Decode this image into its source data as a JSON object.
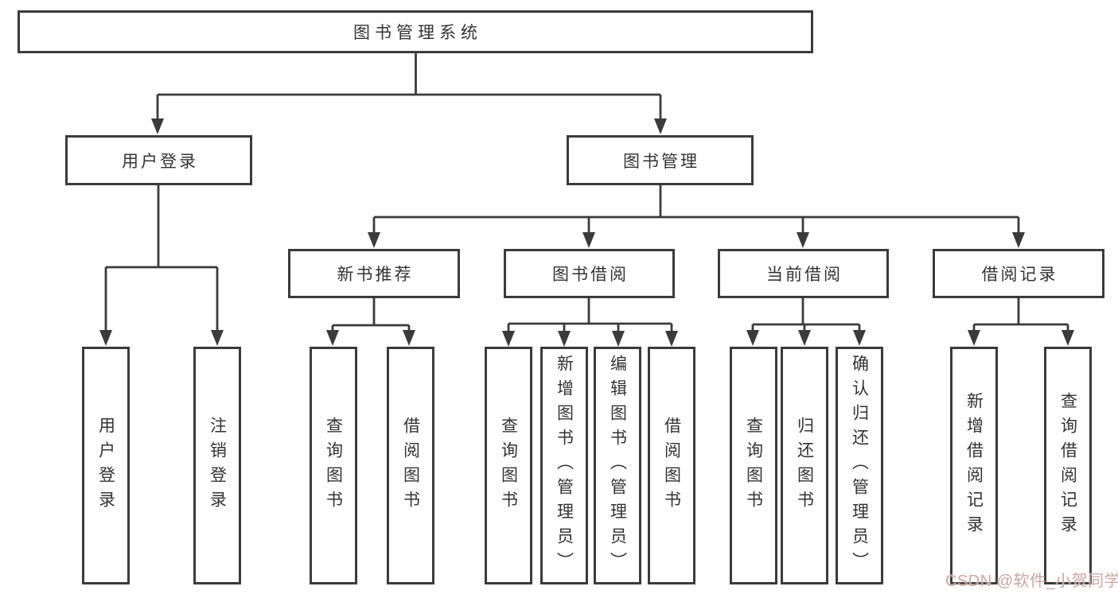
{
  "nodes": {
    "root": "图书管理系统",
    "user_login_branch": "用户登录",
    "book_management": "图书管理",
    "new_book_recommend": "新书推荐",
    "book_borrow": "图书借阅",
    "current_borrow": "当前借阅",
    "borrow_record": "借阅记录",
    "leaf_user_login": "用户登录",
    "leaf_logout": "注销登录",
    "leaf_rec_query_book": "查询图书",
    "leaf_rec_borrow_book": "借阅图书",
    "leaf_bb_query_book": "查询图书",
    "leaf_bb_add_book": "新增图书（管理员）",
    "leaf_bb_edit_book": "编辑图书（管理员）",
    "leaf_bb_borrow_book": "借阅图书",
    "leaf_cb_query_book": "查询图书",
    "leaf_cb_return_book": "归还图书",
    "leaf_cb_confirm_return": "确认归还（管理员）",
    "leaf_br_add_record": "新增借阅记录",
    "leaf_br_query_record": "查询借阅记录"
  },
  "hierarchy": {
    "图书管理系统": {
      "用户登录": [
        "用户登录",
        "注销登录"
      ],
      "图书管理": {
        "新书推荐": [
          "查询图书",
          "借阅图书"
        ],
        "图书借阅": [
          "查询图书",
          "新增图书（管理员）",
          "编辑图书（管理员）",
          "借阅图书"
        ],
        "当前借阅": [
          "查询图书",
          "归还图书",
          "确认归还（管理员）"
        ],
        "借阅记录": [
          "新增借阅记录",
          "查询借阅记录"
        ]
      }
    }
  },
  "watermark": {
    "text": "CSDN @软件_小贺同学",
    "color": "#cfa4a4"
  },
  "colors": {
    "line": "#3b3b3b",
    "box_border": "#3b3b3b",
    "box_fill": "#ffffff",
    "text": "#333333",
    "background": "#ffffff"
  }
}
